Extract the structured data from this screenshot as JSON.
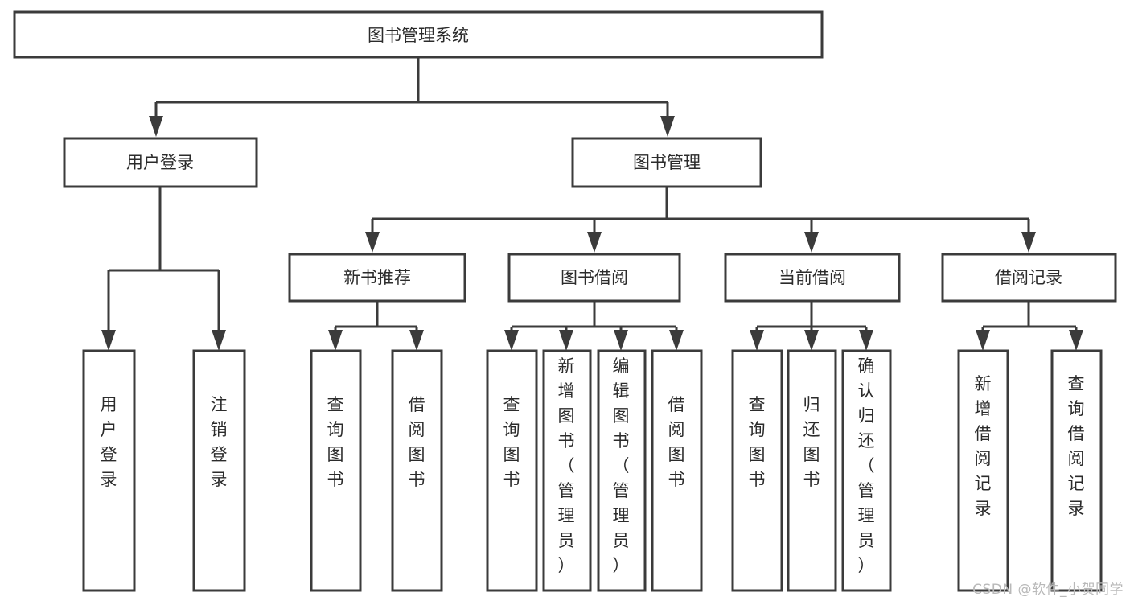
{
  "diagram": {
    "title": "图书管理系统",
    "type": "tree-hierarchy-chart",
    "orientation": "top-down",
    "colors": {
      "box_fill": "#ffffff",
      "box_stroke": "#3b3b3b",
      "text": "#2b2b2b",
      "background": "#ffffff",
      "watermark": "#b9b9b9"
    },
    "nodes": {
      "root": {
        "label": "图书管理系统",
        "level": 0
      },
      "l1": [
        {
          "id": "user_login",
          "label": "用户登录",
          "level": 1
        },
        {
          "id": "book_manage",
          "label": "图书管理",
          "level": 1
        }
      ],
      "l2": [
        {
          "id": "new_book_rec",
          "label": "新书推荐",
          "level": 2,
          "parent": "book_manage"
        },
        {
          "id": "book_borrow",
          "label": "图书借阅",
          "level": 2,
          "parent": "book_manage"
        },
        {
          "id": "current_borrow",
          "label": "当前借阅",
          "level": 2,
          "parent": "book_manage"
        },
        {
          "id": "borrow_record",
          "label": "借阅记录",
          "level": 2,
          "parent": "book_manage"
        }
      ],
      "leaves": [
        {
          "id": "leaf_user_login",
          "label": "用户登录",
          "parent": "user_login"
        },
        {
          "id": "leaf_logout_login",
          "label": "注销登录",
          "parent": "user_login"
        },
        {
          "id": "leaf_query_book_1",
          "label": "查询图书",
          "parent": "new_book_rec"
        },
        {
          "id": "leaf_borrow_book_1",
          "label": "借阅图书",
          "parent": "new_book_rec"
        },
        {
          "id": "leaf_query_book_2",
          "label": "查询图书",
          "parent": "book_borrow"
        },
        {
          "id": "leaf_add_book",
          "label": "新增图书（管理员）",
          "parent": "book_borrow"
        },
        {
          "id": "leaf_edit_book",
          "label": "编辑图书（管理员）",
          "parent": "book_borrow"
        },
        {
          "id": "leaf_borrow_book_2",
          "label": "借阅图书",
          "parent": "book_borrow"
        },
        {
          "id": "leaf_query_book_3",
          "label": "查询图书",
          "parent": "current_borrow"
        },
        {
          "id": "leaf_return_book",
          "label": "归还图书",
          "parent": "current_borrow"
        },
        {
          "id": "leaf_confirm_return",
          "label": "确认归还（管理员）",
          "parent": "current_borrow"
        },
        {
          "id": "leaf_add_record",
          "label": "新增借阅记录",
          "parent": "borrow_record"
        },
        {
          "id": "leaf_query_record",
          "label": "查询借阅记录",
          "parent": "borrow_record"
        }
      ]
    },
    "watermark": "CSDN @软件_小贺同学"
  }
}
